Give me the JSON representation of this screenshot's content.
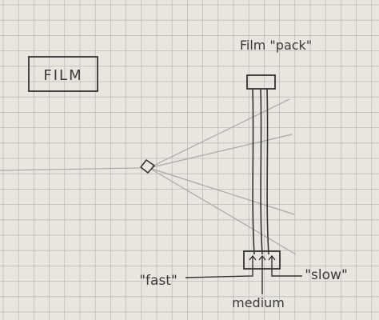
{
  "colors": {
    "paper": "#e9e6e0",
    "grid": "#bcbcbc",
    "ink": "#333333",
    "light_ink": "#a8a8a8"
  },
  "film_box": {
    "label": "FILM"
  },
  "film_pack": {
    "label": "Film \"pack\""
  },
  "labels": {
    "fast": "\"fast\"",
    "slow": "\"slow\"",
    "medium": "medium"
  },
  "icons": {
    "arrows": "up-arrow-icon"
  }
}
